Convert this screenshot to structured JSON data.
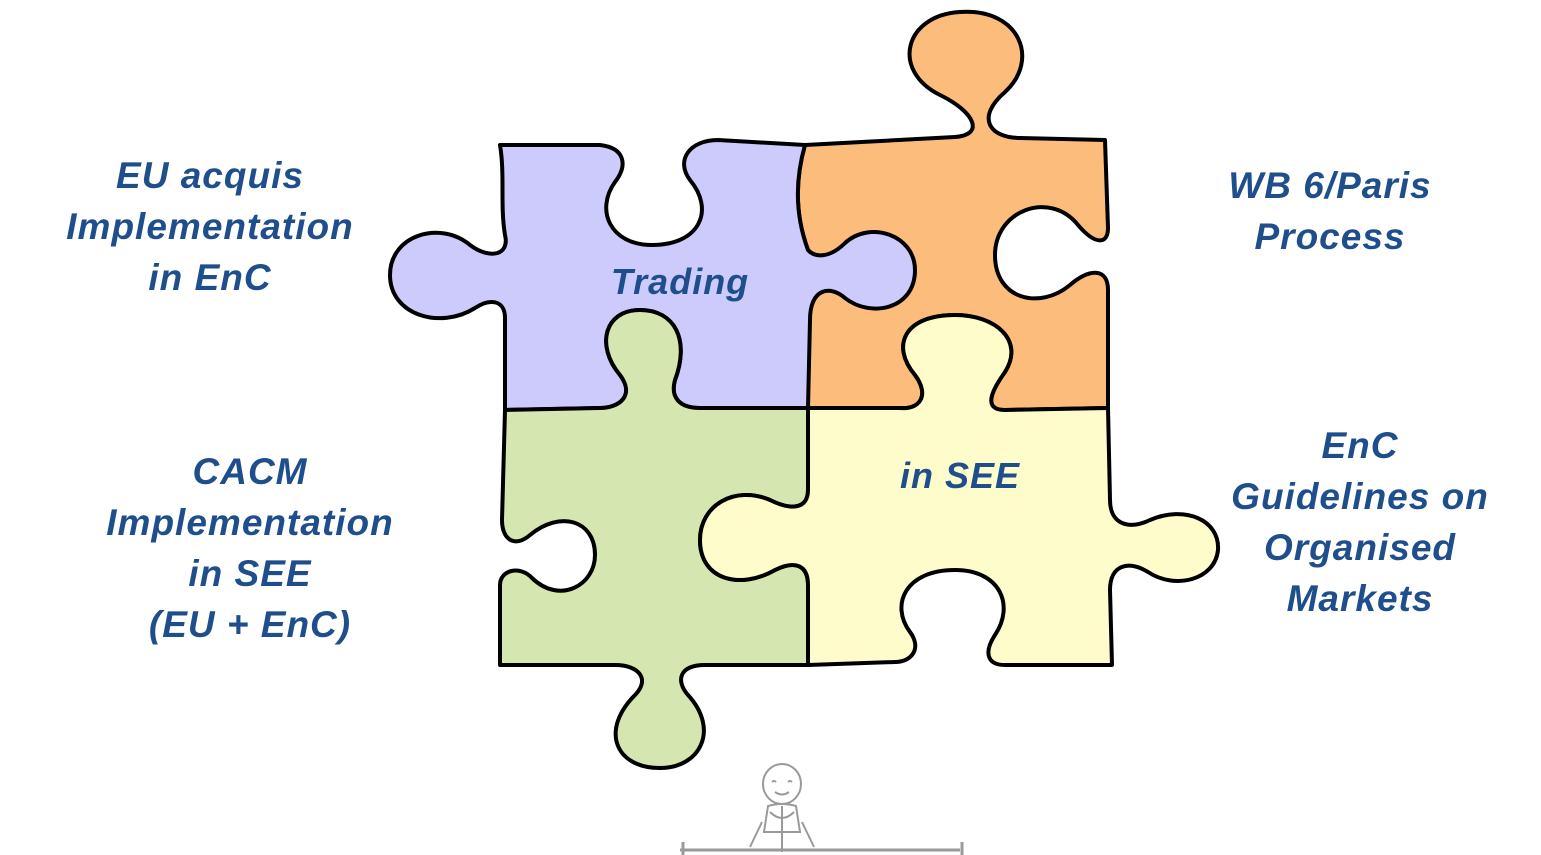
{
  "colors": {
    "text": "#1f4e8c",
    "piece_top_left": "#cccbfb",
    "piece_top_right": "#fcbc7c",
    "piece_bottom_left": "#d6e6b1",
    "piece_bottom_right": "#fdfcca",
    "outline": "#000000"
  },
  "center": {
    "top": "Trading",
    "bottom": "in SEE"
  },
  "labels": {
    "eu_acquis": [
      "EU acquis",
      "Implementation",
      "in EnC"
    ],
    "wb6": [
      "WB 6/Paris",
      "Process"
    ],
    "cacm": [
      "CACM",
      "Implementation",
      "in SEE",
      "(EU + EnC)"
    ],
    "guidelines": [
      "EnC",
      "Guidelines on",
      "Organised",
      "Markets"
    ]
  },
  "icons": {
    "puzzle": "puzzle-pieces-icon",
    "figure": "person-figure-icon"
  }
}
